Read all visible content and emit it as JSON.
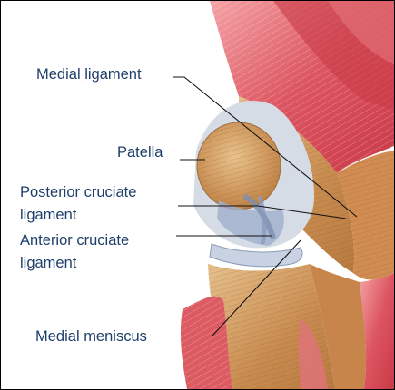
{
  "labels": {
    "medial_ligament": "Medial ligament",
    "patella": "Patella",
    "posterior_cruciate_line1": "Posterior cruciate",
    "posterior_cruciate_line2": "ligament",
    "anterior_cruciate_line1": "Anterior cruciate",
    "anterior_cruciate_line2": "ligament",
    "medial_meniscus": "Medial meniscus"
  },
  "colors": {
    "label_text": "#1f3f6b",
    "muscle": "#d94b57",
    "muscle_light": "#f08a8f",
    "tendon": "#c99056",
    "tendon_light": "#e2bd86",
    "ligament": "#b7c4d8",
    "bone": "#eef0f2"
  }
}
